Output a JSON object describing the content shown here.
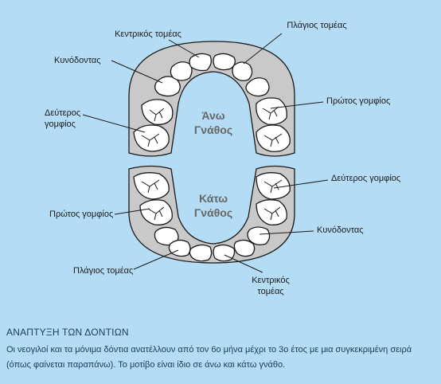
{
  "upper_jaw": {
    "label_line1": "Άνω",
    "label_line2": "Γνάθος",
    "labels": {
      "central_incisor": "Κεντρικός τομέας",
      "lateral_incisor": "Πλάγιος τομέας",
      "canine": "Κυνόδοντας",
      "first_molar": "Πρώτος γομφίος",
      "second_molar_line1": "Δεύτερος",
      "second_molar_line2": "γομφίος"
    }
  },
  "lower_jaw": {
    "label_line1": "Κάτω",
    "label_line2": "Γνάθος",
    "labels": {
      "second_molar": "Δεύτερος γομφίος",
      "first_molar": "Πρώτος γομφίος",
      "canine": "Κυνόδοντας",
      "lateral_incisor": "Πλάγιος τομέας",
      "central_incisor_line1": "Κεντρικός",
      "central_incisor_line2": "τομέας"
    }
  },
  "caption": {
    "title": "ΑΝΑΠΤΥΞΗ ΤΩΝ ΔΟΝΤΙΩΝ",
    "body": "Οι νεογιλοί και τα μόνιμα δόντια ανατέλλουν από τον 6ο μήνα μέχρι το 3ο έτος με μια συγκεκριμένη σειρά (όπως φαίνεται παραπάνω). Το μοτίβο είναι ίδιο σε άνω και κάτω γνάθο."
  },
  "colors": {
    "background": "#b4dcf5",
    "gum": "#c9c9c9",
    "tooth": "#ffffff",
    "outline": "#1a1a1a"
  }
}
